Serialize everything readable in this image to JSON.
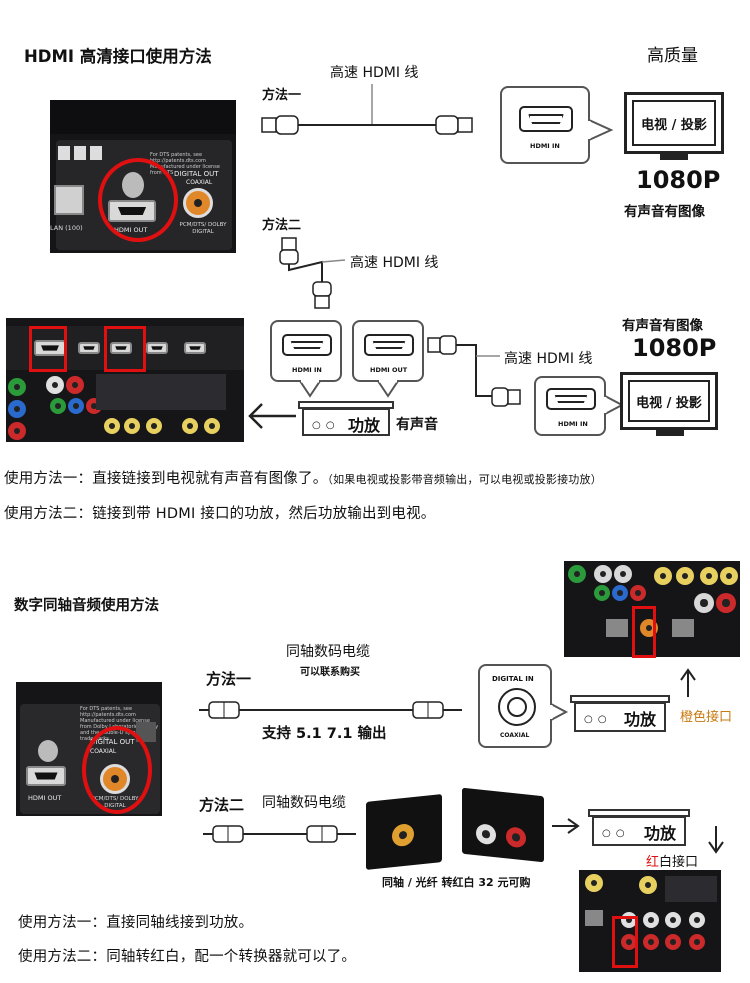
{
  "hdmi": {
    "title": "HDMI 高清接口使用方法",
    "high_quality": "高质量",
    "method1_label": "方法一",
    "method2_label": "方法二",
    "cable_label": "高速 HDMI 线",
    "hdmi_in": "HDMI IN",
    "hdmi_out": "HDMI OUT",
    "tv_label": "电视 / 投影",
    "resolution": "1080P",
    "sound_and_image": "有声音有图像",
    "amp_label": "功放",
    "has_sound": "有声音",
    "photo1": {
      "dts_text": "For DTS patents, see http://patents.dts.com Manufactured under license from DTS",
      "digital_out": "DIGITAL OUT",
      "coaxial": "COAXIAL",
      "lan": "LAN (100)",
      "hdmi_out": "HDMI OUT",
      "pcm": "PCM/DTS/ DOLBY DIGITAL"
    },
    "desc1_main": "使用方法一：直接链接到电视就有声音有图像了。",
    "desc1_note": "（如果电视或投影带音频输出，可以电视或投影接功放）",
    "desc2": "使用方法二：链接到带 HDMI 接口的功放，然后功放输出到电视。"
  },
  "coax": {
    "title": "数字同轴音频使用方法",
    "method1_label": "方法一",
    "method2_label": "方法二",
    "cable_label": "同轴数码电缆",
    "contact": "可以联系购买",
    "support": "支持 5.1  7.1 输出",
    "digital_in": "DIGITAL IN",
    "coaxial": "COAXIAL",
    "amp_label": "功放",
    "orange_port": "橙色接口",
    "red_char": "红",
    "white_port_rest": "白接口",
    "converter_caption": "同轴 / 光纤 转红白 32 元可购",
    "photo": {
      "dts_text": "For DTS patents, see http://patents.dts.com Manufactured under license from Dolby Laboratories. Dolby and the double-D symbol are trademarks",
      "digital_out": "DIGITAL OUT",
      "coaxial": "COAXIAL",
      "hdmi_out": "HDMI OUT",
      "pcm": "PCM/DTS/ DOLBY DIGITAL"
    },
    "desc1": "使用方法一：直接同轴线接到功放。",
    "desc2": "使用方法二：同轴转红白，配一个转换器就可以了。"
  },
  "colors": {
    "red": "#e01010",
    "orange": "#c87a10",
    "panel": "#1c1c1e"
  }
}
